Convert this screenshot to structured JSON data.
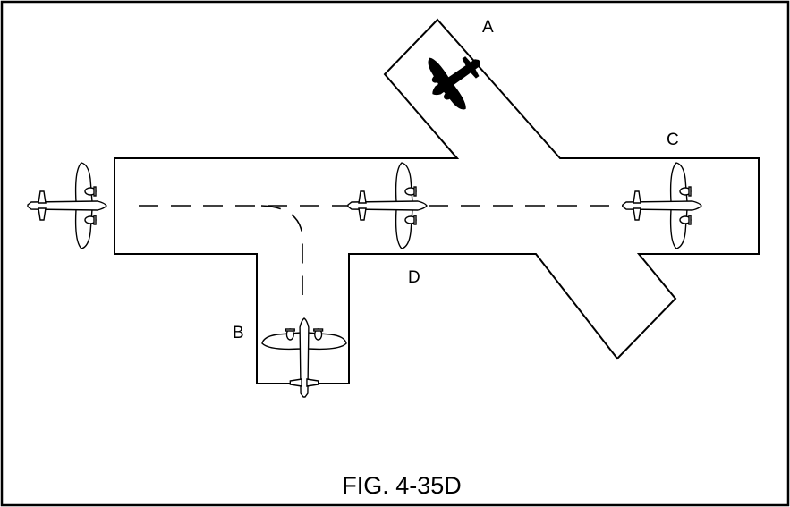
{
  "figure": {
    "caption": "FIG. 4-35D",
    "labels": {
      "a": "A",
      "b": "B",
      "c": "C",
      "d": "D"
    }
  },
  "aircraft": [
    {
      "id": "left-entry",
      "fill": "white"
    },
    {
      "id": "center-intersection",
      "fill": "white"
    },
    {
      "id": "position-c",
      "fill": "white"
    },
    {
      "id": "position-b",
      "fill": "white"
    },
    {
      "id": "position-a",
      "fill": "black"
    }
  ],
  "colors": {
    "line": "#000000",
    "background": "#ffffff"
  }
}
